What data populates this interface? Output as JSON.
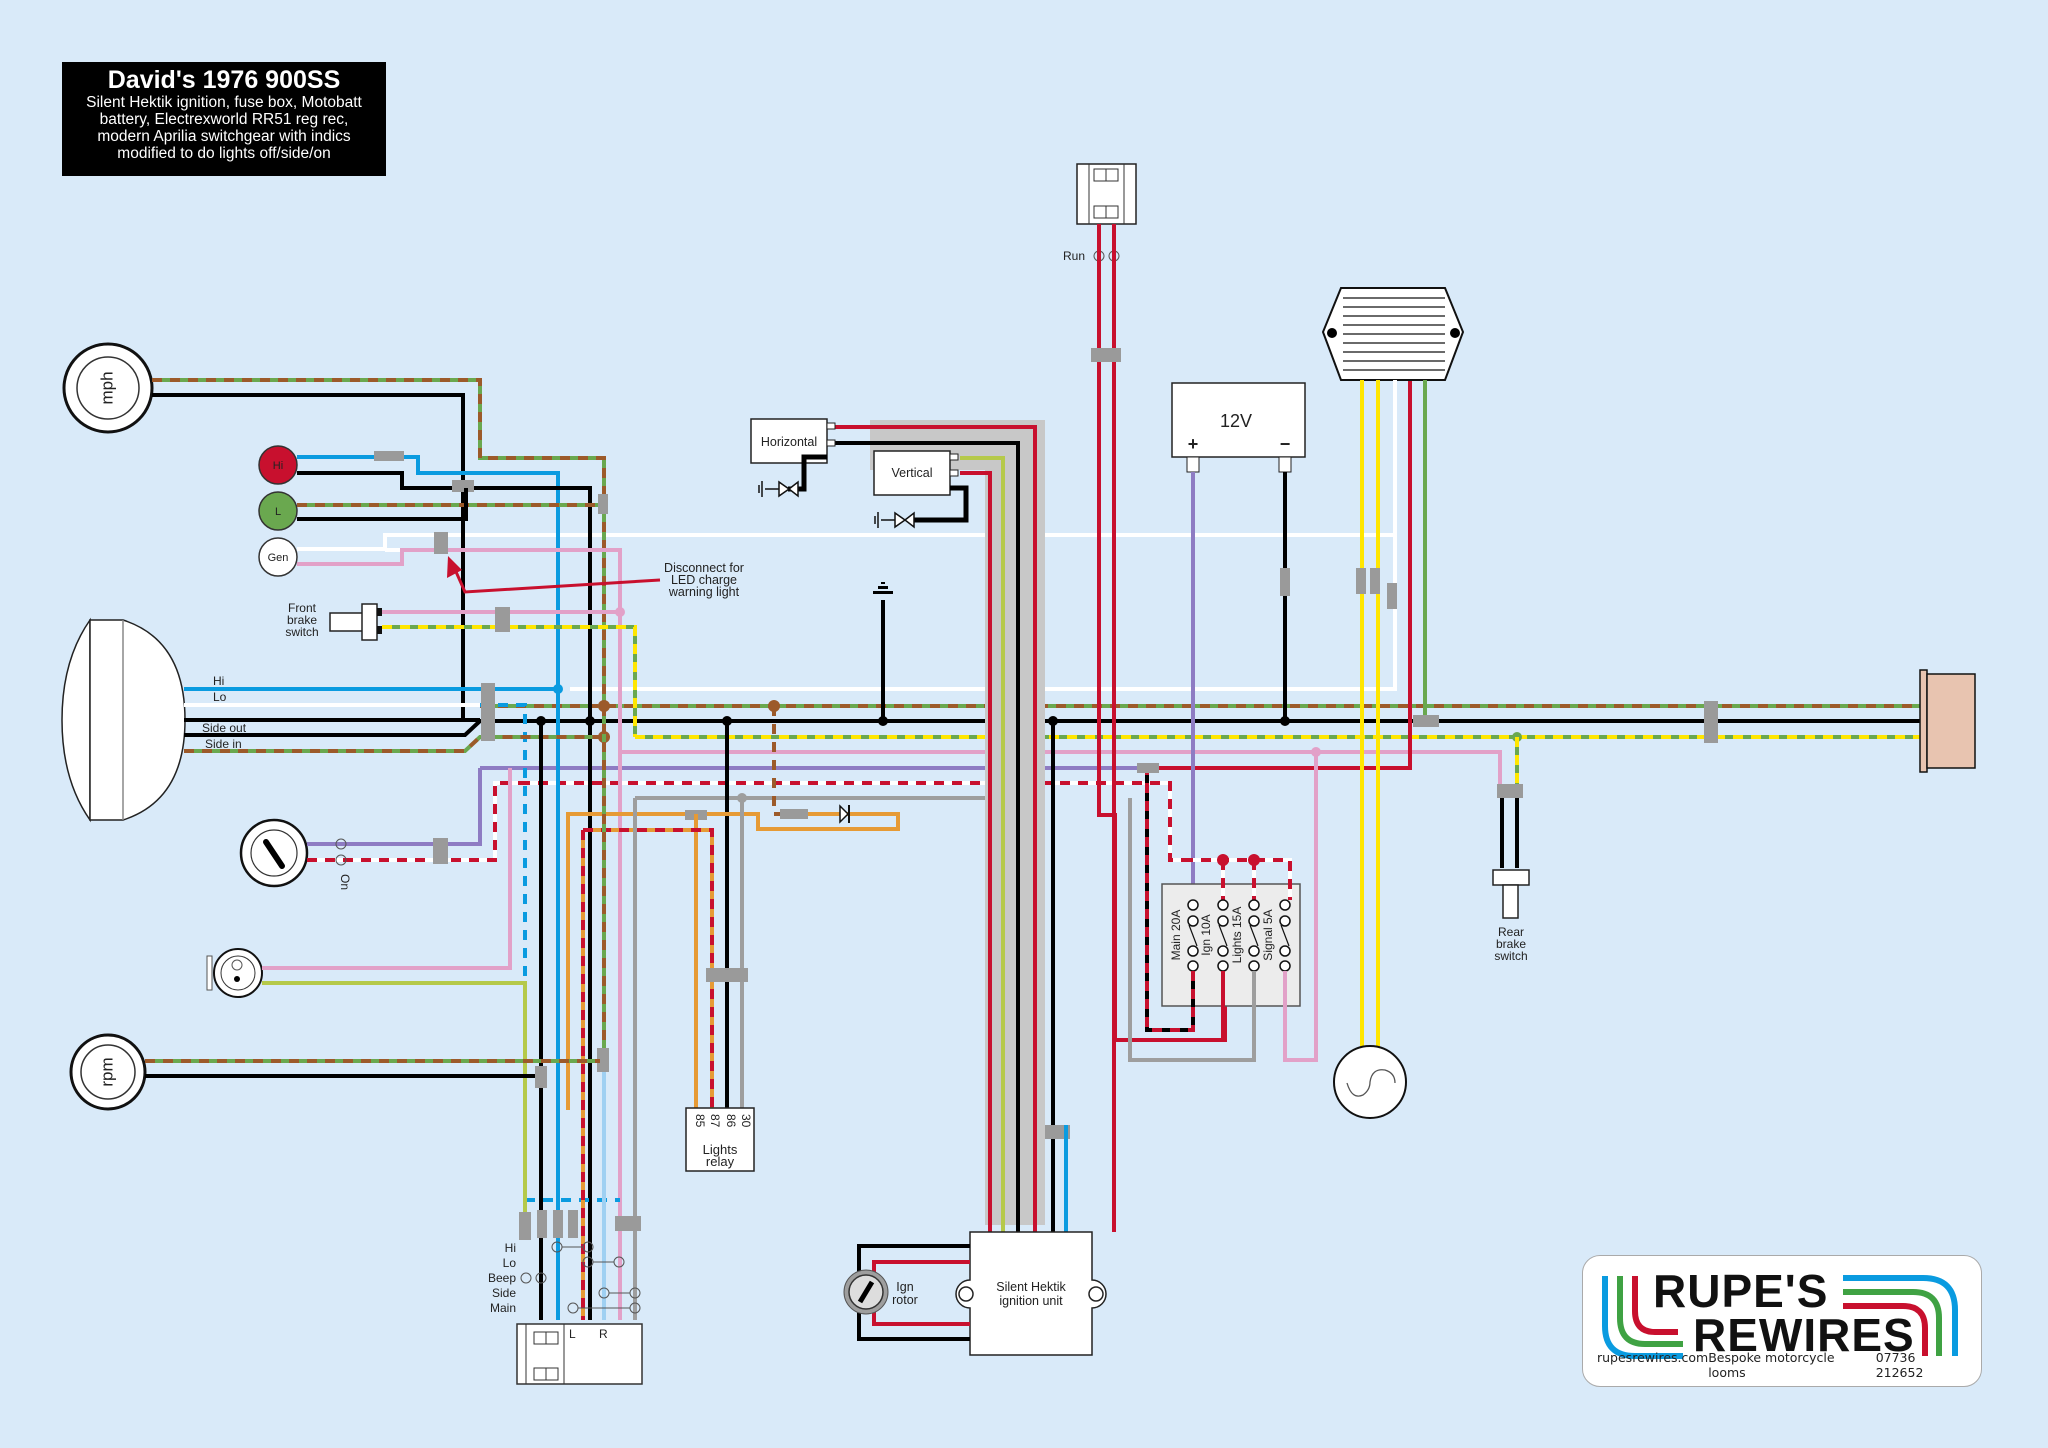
{
  "title": {
    "heading": "David's 1976 900SS",
    "lines": [
      "Silent Hektik ignition, fuse box, Motobatt",
      "battery, Electrexworld RR51 reg rec,",
      "modern Aprilia switchgear with indics",
      "modified to do lights off/side/on"
    ]
  },
  "gauges": {
    "speedo": "mph",
    "tacho": "rpm"
  },
  "warning_lights": {
    "hi": "Hi",
    "low": "L",
    "gen": "Gen"
  },
  "annotation": {
    "disconnect": [
      "Disconnect for",
      "LED charge",
      "warning light"
    ]
  },
  "front_brake": [
    "Front",
    "brake",
    "switch"
  ],
  "headlamp": {
    "hi": "Hi",
    "lo": "Lo",
    "side_out": "Side out",
    "side_in": "Side in"
  },
  "ignition_switch": {
    "state": "On"
  },
  "switchgear": {
    "rows": [
      "Hi",
      "Lo",
      "Beep",
      "Side",
      "Main"
    ],
    "left": "L",
    "right": "R"
  },
  "lights_relay": {
    "pins": [
      "85",
      "87",
      "86",
      "30"
    ],
    "label": [
      "Lights",
      "relay"
    ]
  },
  "coils": {
    "horizontal": "Horizontal",
    "vertical": "Vertical"
  },
  "kill_switch": {
    "state": "Run"
  },
  "battery": {
    "label": "12V",
    "pos": "+",
    "neg": "−"
  },
  "fuse_box": {
    "fuses": [
      "Main 20A",
      "Ign 10A",
      "Lights 15A",
      "Signal 5A"
    ]
  },
  "rear_brake": [
    "Rear",
    "brake",
    "switch"
  ],
  "ignition_unit": {
    "label": [
      "Silent Hektik",
      "ignition unit"
    ]
  },
  "ign_rotor": {
    "label": [
      "Ign",
      "rotor"
    ]
  },
  "logo": {
    "line1": "RUPE'S",
    "line2": "REWIRES",
    "website": "rupesrewires.com",
    "tagline": "Bespoke motorcycle looms",
    "phone": "07736 212652"
  },
  "colors": {
    "background": "#d9eaf9",
    "red": "#c8102e",
    "blue": "#0a9be0",
    "green": "#6aa84f",
    "brown": "#9c5a2a",
    "yellow": "#ffe600",
    "pink": "#e2a1c8",
    "purple": "#8e7cc3",
    "orange": "#e69a35",
    "grey": "#9e9e9e",
    "lime": "#b5c94a",
    "taillight": "#e8c4b0"
  }
}
